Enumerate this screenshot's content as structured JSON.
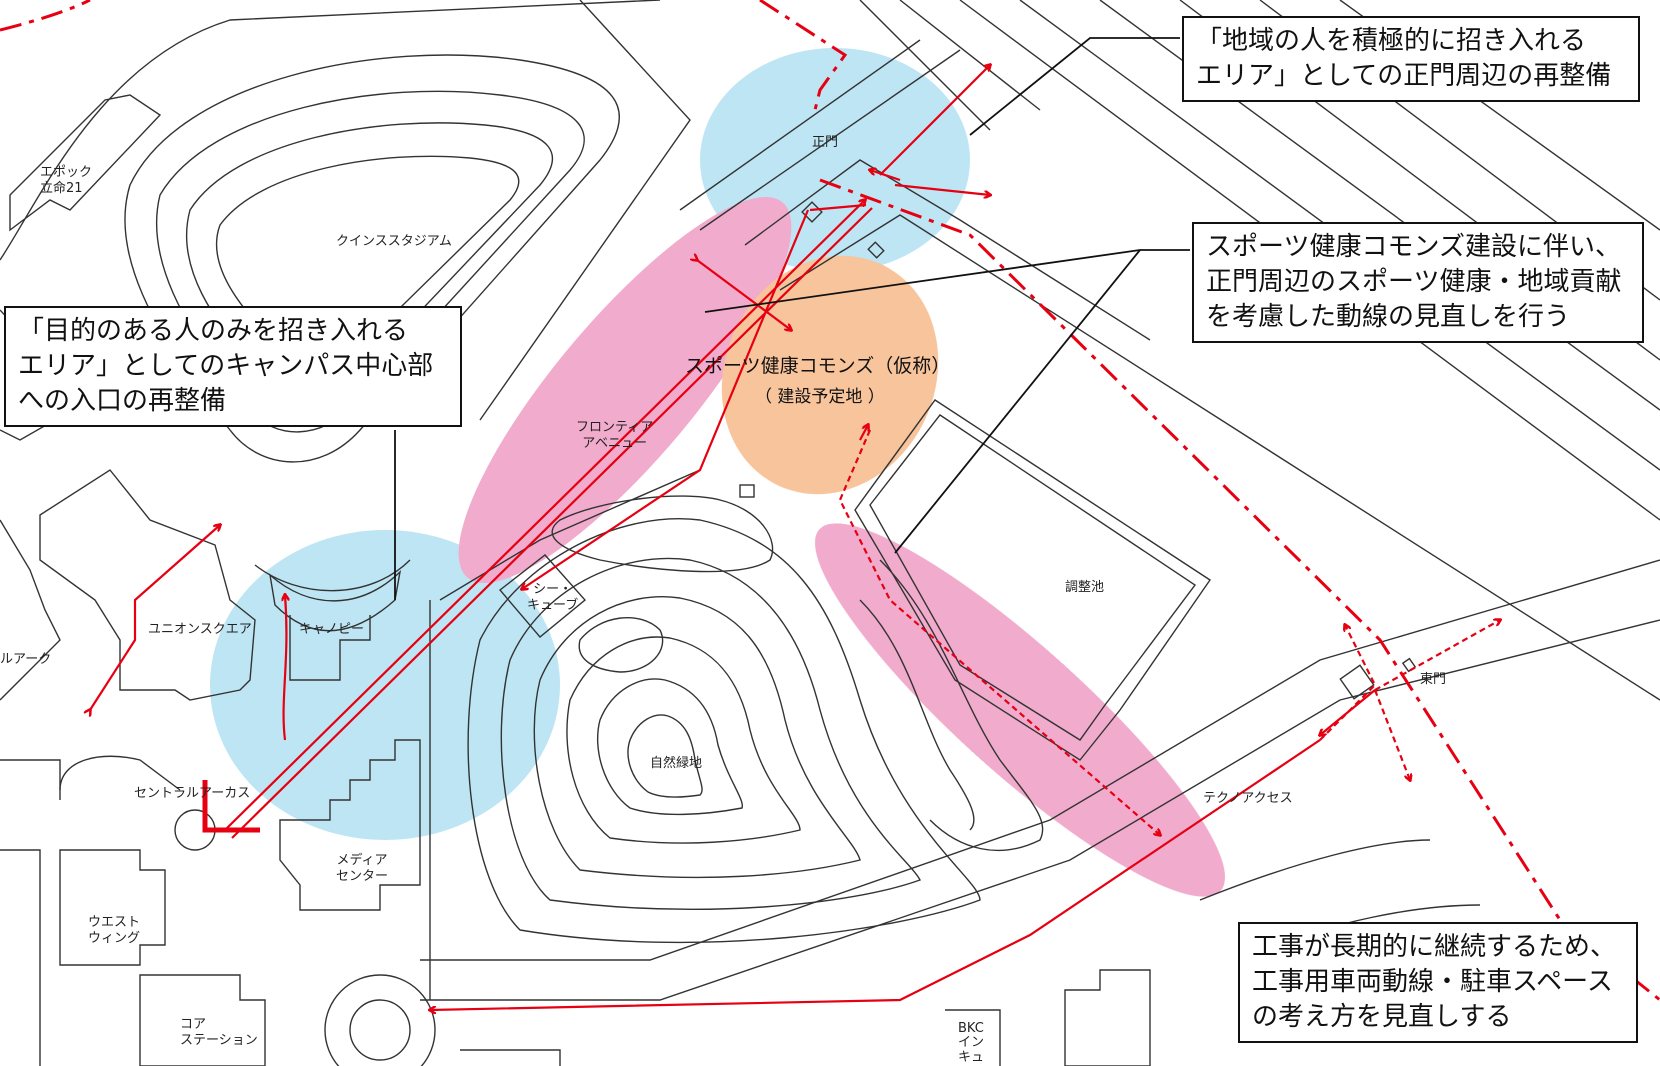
{
  "colors": {
    "blue_zone": "#a9dcef",
    "pink_zone": "#ec8fbb",
    "orange_zone": "#f5b07a",
    "route_red": "#e60012",
    "map_line": "#333333"
  },
  "icons": [
    "route-arrow-icon",
    "gate-marker-icon"
  ],
  "map_labels": {
    "epoch": [
      "エポック",
      "立命21"
    ],
    "stadium": "クインススタジアム",
    "main_gate": "正門",
    "frontier": [
      "フロンティア",
      "アベニュー"
    ],
    "commons": "スポーツ健康コモンズ（仮称）",
    "commons_sub": "（ 建設予定地 ）",
    "sea_cube": [
      "シー・",
      "キューブ"
    ],
    "union": "ユニオンスクエア",
    "canopy": "キャノピー",
    "arc": "ルアーク",
    "central_arcus": "セントラルアーカス",
    "nature": "自然緑地",
    "pond": "調整池",
    "east_gate": "東門",
    "techno": "テクノアクセス",
    "media": [
      "メディア",
      "センター"
    ],
    "west_wing": [
      "ウエスト",
      "ウィング"
    ],
    "core": [
      "コア",
      "ステーション"
    ],
    "bkc": [
      "BKC",
      "イン",
      "キュ"
    ]
  },
  "callouts": {
    "main_gate_area": [
      "「地域の人を積極的に招き入れる",
      "エリア」としての正門周辺の再整備"
    ],
    "sports_commons": [
      "スポーツ健康コモンズ建設に伴い、",
      "正門周辺のスポーツ健康・地域貢献",
      "を考慮した動線の見直しを行う"
    ],
    "campus_center": [
      "「目的のある人のみを招き入れる",
      "エリア」としてのキャンパス中心部",
      "への入口の再整備"
    ],
    "construction": [
      "工事が長期的に継続するため、",
      "工事用車両動線・駐車スペース",
      "の考え方を見直しする"
    ]
  }
}
